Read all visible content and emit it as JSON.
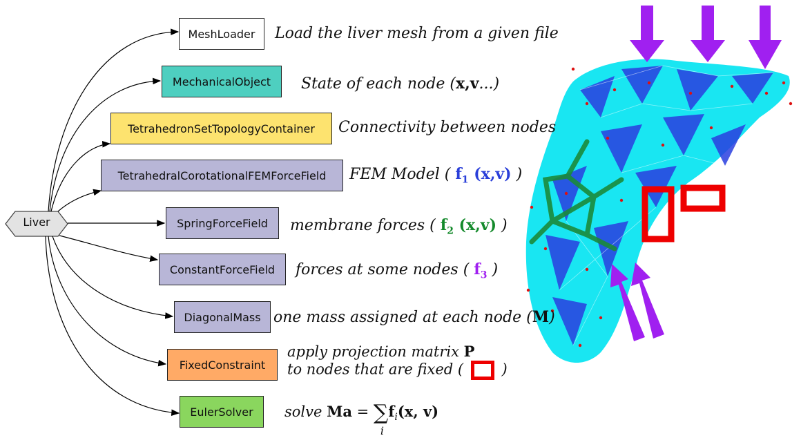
{
  "root": {
    "label": "Liver"
  },
  "nodes": [
    {
      "id": "mesh-loader",
      "label": "MeshLoader",
      "color": "#ffffff"
    },
    {
      "id": "mechanical-object",
      "label": "MechanicalObject",
      "color": "#4ecfc0"
    },
    {
      "id": "tetra-topology",
      "label": "TetrahedronSetTopologyContainer",
      "color": "#fde36f"
    },
    {
      "id": "tetra-fem",
      "label": "TetrahedralCorotationalFEMForceField",
      "color": "#b8b6d7"
    },
    {
      "id": "spring-ff",
      "label": "SpringForceField",
      "color": "#b8b6d7"
    },
    {
      "id": "constant-ff",
      "label": "ConstantForceField",
      "color": "#b8b6d7"
    },
    {
      "id": "diagonal-mass",
      "label": "DiagonalMass",
      "color": "#b8b6d7"
    },
    {
      "id": "fixed-constraint",
      "label": "FixedConstraint",
      "color": "#ffaa66"
    },
    {
      "id": "euler-solver",
      "label": "EulerSolver",
      "color": "#8ad65e"
    }
  ],
  "descriptions": {
    "mesh": "Load the liver mesh from a given file",
    "state_prefix": "State of each node (",
    "state_bold": "x,v",
    "state_suffix": "...)",
    "connectivity": "Connectivity between nodes",
    "fem_prefix": "FEM Model ( ",
    "fem_f": "f",
    "fem_sub": "1",
    "fem_args": " (x,v)",
    "fem_suffix": " )",
    "membrane_prefix": "membrane forces ( ",
    "membrane_f": "f",
    "membrane_sub": "2",
    "membrane_args": " (x,v)",
    "membrane_suffix": " )",
    "forces_prefix": "forces at some nodes ( ",
    "forces_f": "f",
    "forces_sub": "3",
    "forces_suffix": " )",
    "mass_prefix": "one mass assigned at each node (",
    "mass_bold": "M",
    "mass_suffix": ")",
    "projection_line1": "apply projection matrix ",
    "projection_bold": "P",
    "projection_line2": "to nodes that are fixed ( ",
    "projection_suffix": " )",
    "solve_word": "solve ",
    "solve_lhs": "Ma",
    "solve_eq": " = ",
    "solve_sum": "∑",
    "solve_index": "i",
    "solve_f": "f",
    "solve_fi": "i",
    "solve_args": "(x, v)"
  },
  "colors": {
    "mesh_cyan": "#19e6f2",
    "mesh_blue": "#2a3fe0",
    "spring_green": "#1b8a3a",
    "arrow_purple": "#a020f0",
    "fixed_red": "#ee0000"
  }
}
